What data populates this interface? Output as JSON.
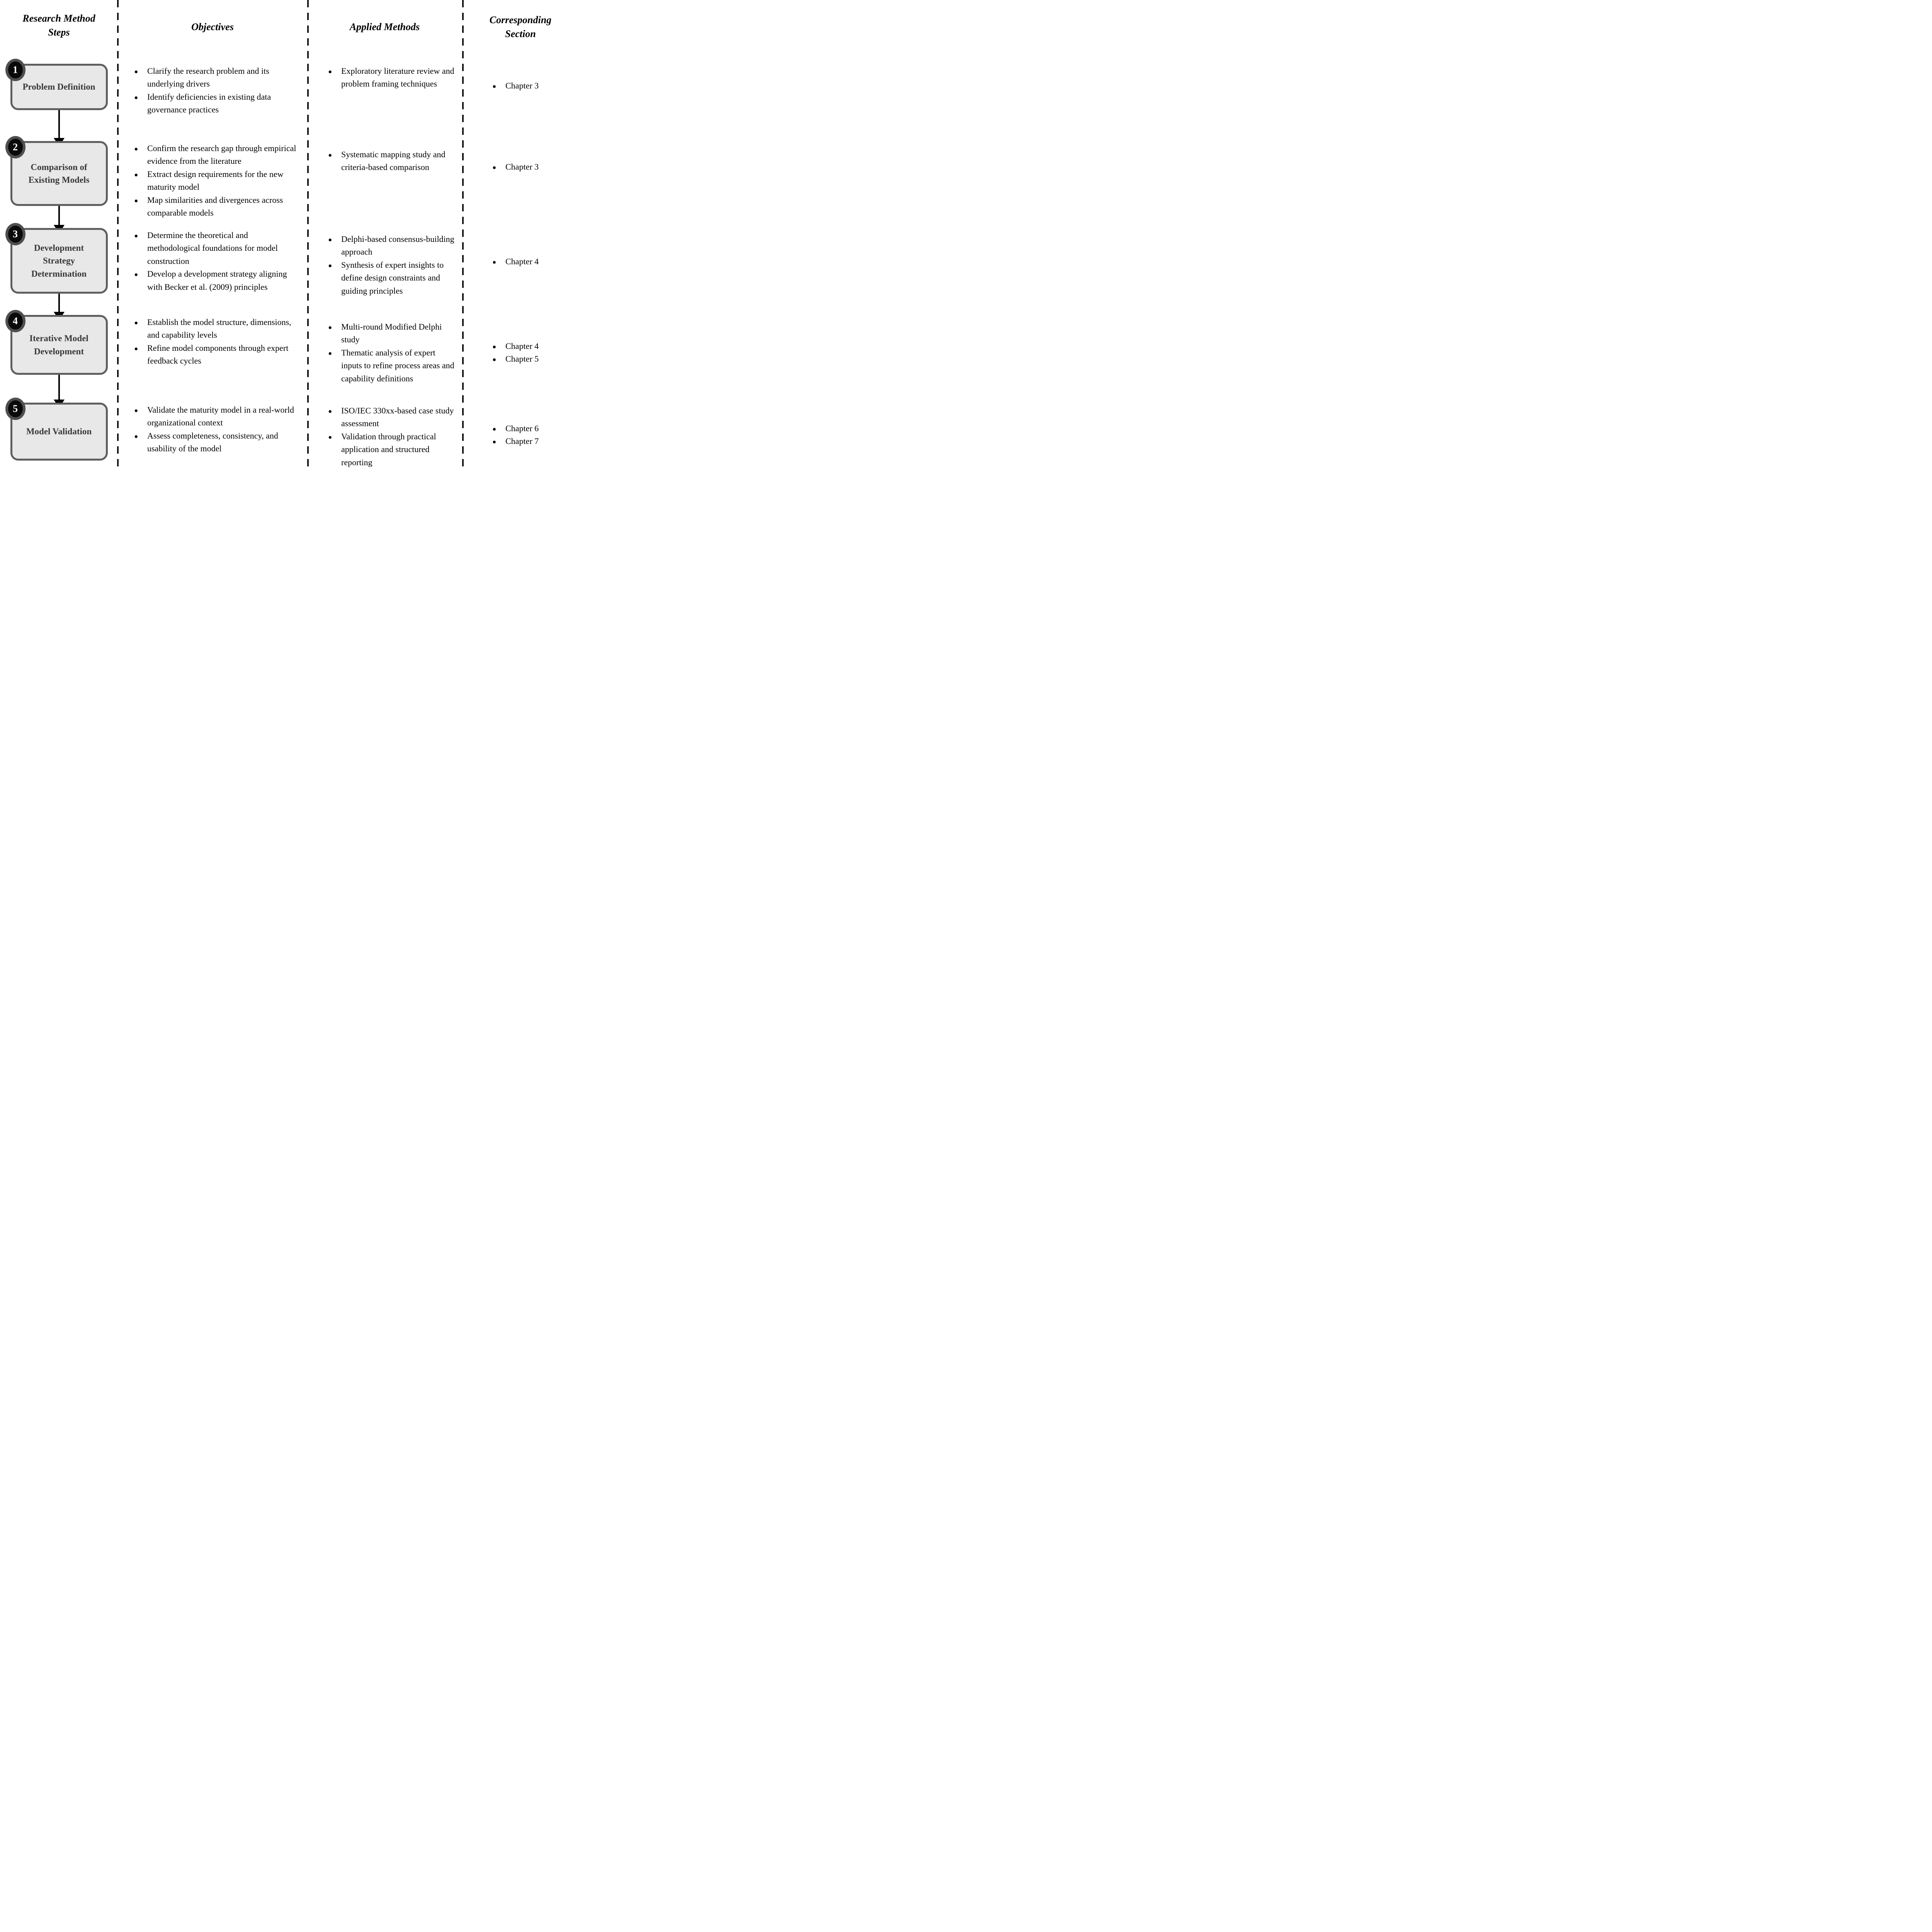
{
  "headers": {
    "steps": "Research Method Steps",
    "objectives": "Objectives",
    "methods": "Applied Methods",
    "section": "Corresponding Section"
  },
  "colors": {
    "box_fill": "#e8e8e8",
    "box_border": "#5f5f5f",
    "box_text": "#383838",
    "badge_fill": "#0a0a0a",
    "badge_ring": "#4f4f4f",
    "badge_text": "#ffffff",
    "line_color": "#000000"
  },
  "rows": [
    {
      "step_number": "1",
      "step_label": "Problem Definition",
      "objectives": [
        "Clarify the research problem and its underlying drivers",
        "Identify deficiencies in existing data governance practices"
      ],
      "methods": [
        "Exploratory literature review and problem framing techniques"
      ],
      "sections": [
        "Chapter 3"
      ]
    },
    {
      "step_number": "2",
      "step_label": "Comparison of Existing Models",
      "objectives": [
        "Confirm the research gap through empirical evidence from the literature",
        "Extract design requirements for the new maturity model",
        "Map similarities and divergences across comparable models"
      ],
      "methods": [
        "Systematic mapping study and criteria-based comparison"
      ],
      "sections": [
        "Chapter 3"
      ]
    },
    {
      "step_number": "3",
      "step_label": "Development Strategy Determination",
      "objectives": [
        "Determine the theoretical and methodological foundations for model construction",
        "Develop a development strategy aligning with Becker et al. (2009) principles"
      ],
      "methods": [
        "Delphi-based consensus-building approach",
        "Synthesis of expert insights to define design constraints and guiding principles"
      ],
      "sections": [
        "Chapter 4"
      ]
    },
    {
      "step_number": "4",
      "step_label": "Iterative Model Development",
      "objectives": [
        "Establish the model structure, dimensions, and capability levels",
        "Refine model components through expert feedback cycles"
      ],
      "methods": [
        "Multi-round Modified Delphi study",
        "Thematic analysis of expert inputs to refine process areas and capability definitions"
      ],
      "sections": [
        "Chapter 4",
        "Chapter 5"
      ]
    },
    {
      "step_number": "5",
      "step_label": "Model Validation",
      "objectives": [
        "Validate the maturity model in a real-world organizational context",
        "Assess completeness, consistency, and usability of the model"
      ],
      "methods": [
        "ISO/IEC 330xx-based case study assessment",
        "Validation through practical application and structured reporting"
      ],
      "sections": [
        "Chapter 6",
        "Chapter 7"
      ]
    }
  ]
}
